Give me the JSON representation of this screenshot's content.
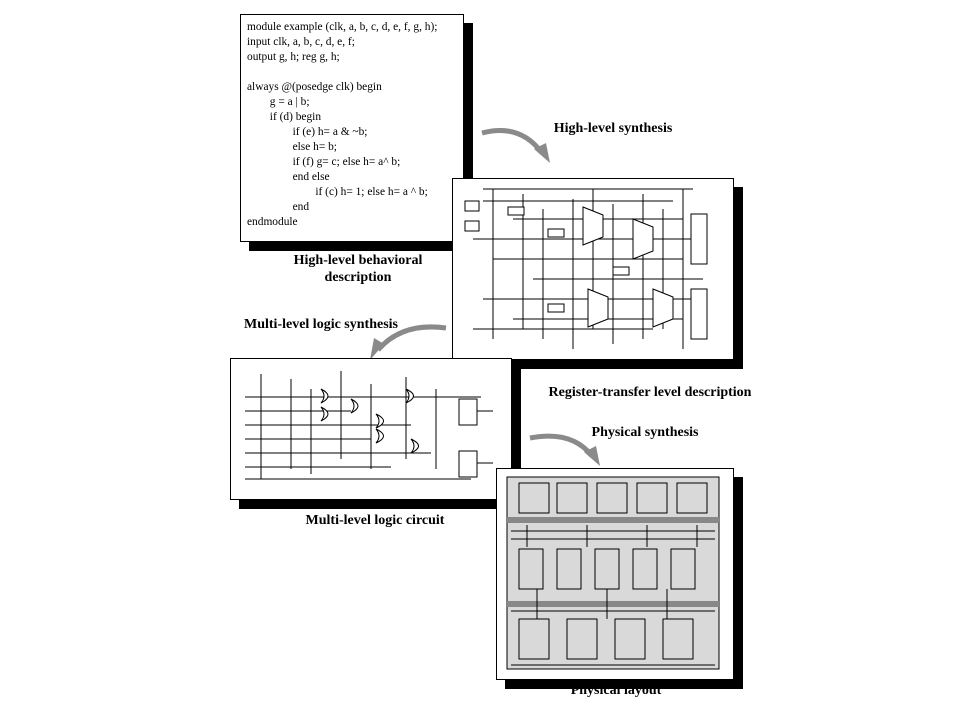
{
  "code_lines": [
    "module example (clk, a, b, c, d, e, f, g, h);",
    "input clk, a, b, c, d, e, f;",
    "output g, h; reg g, h;",
    "",
    "always @(posedge clk) begin",
    "        g = a | b;",
    "        if (d) begin",
    "                if (e) h= a & ~b;",
    "                else h= b;",
    "                if (f) g= c; else h= a^ b;",
    "                end else",
    "                        if (c) h= 1; else h= a ^ b;",
    "                end",
    "endmodule"
  ],
  "labels": {
    "behavioral_line1": "High-level behavioral",
    "behavioral_line2": "description",
    "high_level_synthesis": "High-level synthesis",
    "rtl_description": "Register-transfer level description",
    "multi_level_synthesis": "Multi-level logic synthesis",
    "logic_circuit": "Multi-level logic circuit",
    "physical_synthesis": "Physical synthesis",
    "physical_layout": "Physical layout"
  },
  "colors": {
    "shadow": "#000000",
    "arrow": "#8a8a8a",
    "layout_bg": "#d9d9d9"
  }
}
